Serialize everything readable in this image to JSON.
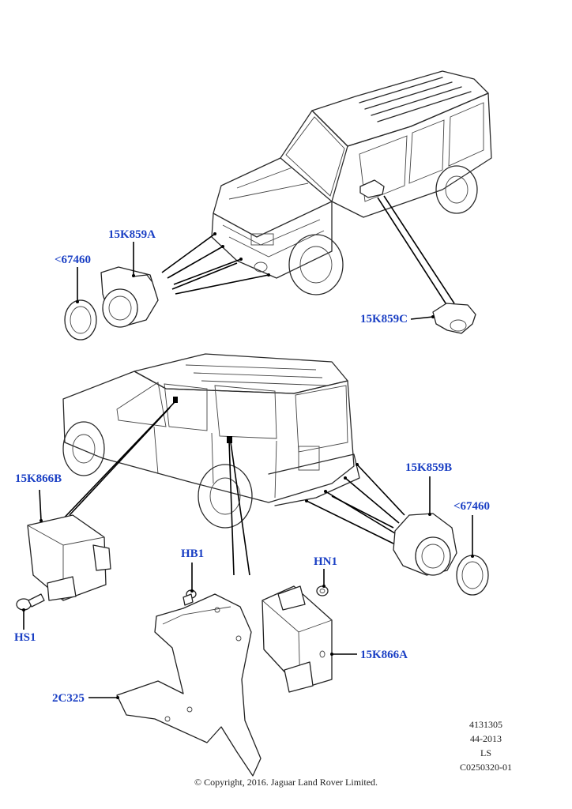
{
  "accent_color": "#1a3fc4",
  "callouts": {
    "bracket_sensor_front": "15K859A",
    "seal_front": "<67460",
    "mirror_sensor": "15K859C",
    "module_left": "15K866B",
    "screw_hb1": "HB1",
    "nut_hn1": "HN1",
    "screw_hs1": "HS1",
    "rear_sensor": "15K859B",
    "seal_rear": "<67460",
    "module_right": "15K866A",
    "bracket": "2C325"
  },
  "meta": {
    "ref_number": "4131305",
    "date_code": "44-2013",
    "origin": "LS",
    "illustration_id": "C0250320-01"
  },
  "copyright": "© Copyright, 2016. Jaguar Land Rover Limited."
}
